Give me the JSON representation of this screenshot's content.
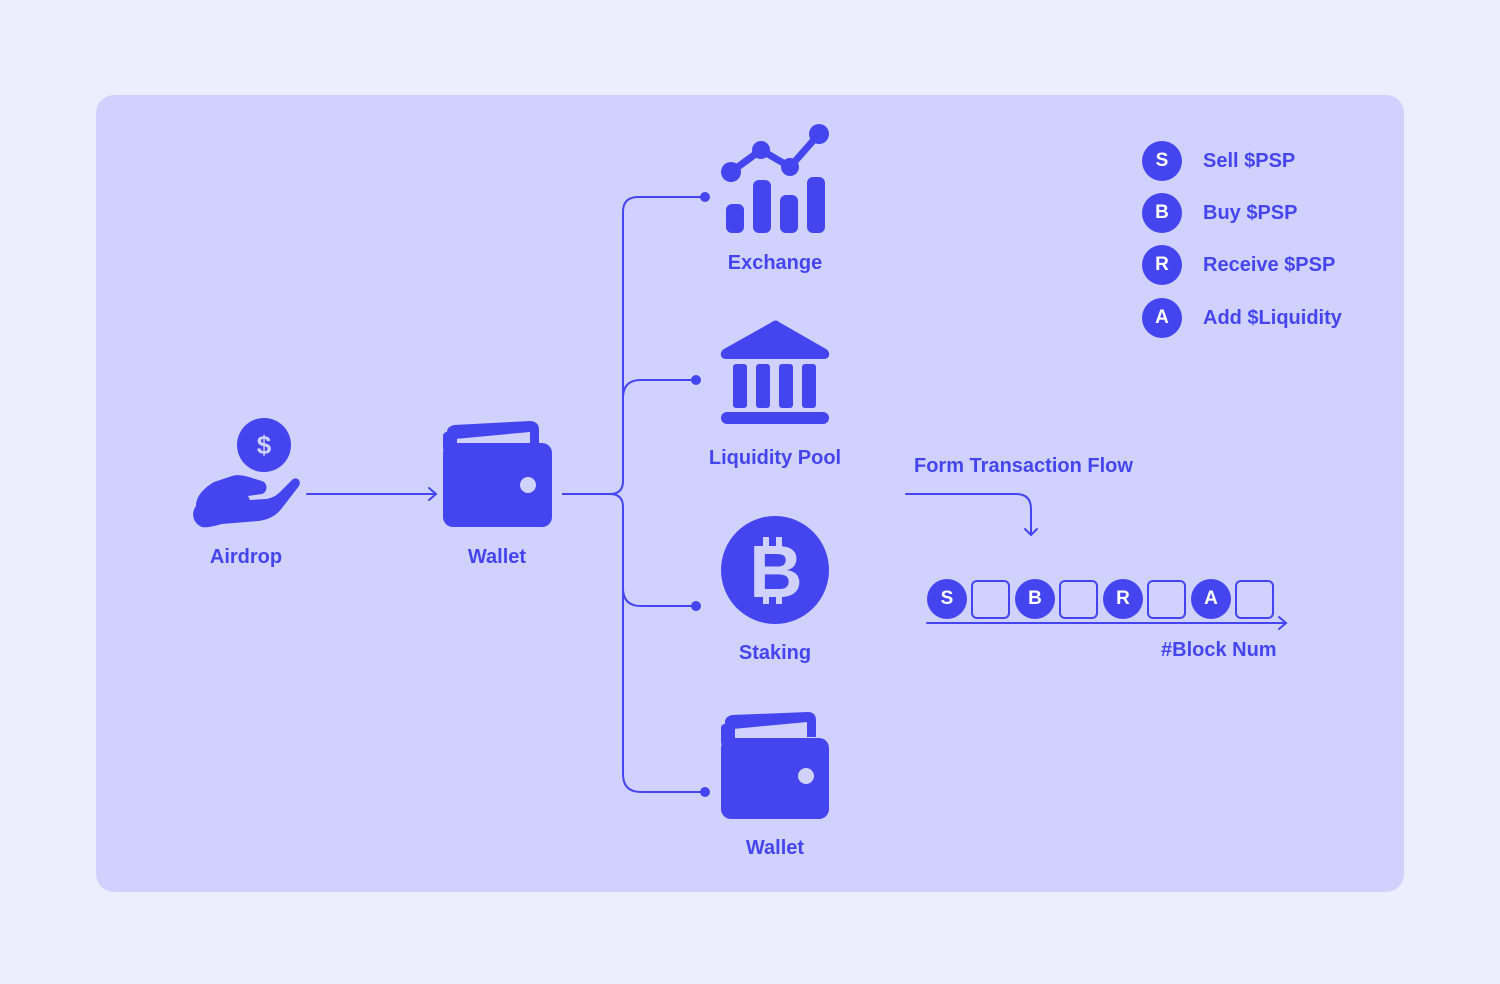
{
  "colors": {
    "page_background": "#ECEEFE",
    "panel_background": "#D0D2FD",
    "accent": "#4545F0",
    "badge_text": "#FFFFFF"
  },
  "flow": {
    "source": {
      "label": "Airdrop",
      "icon": "hand-coin-icon"
    },
    "wallet": {
      "label": "Wallet",
      "icon": "wallet-icon"
    },
    "destinations": [
      {
        "label": "Exchange",
        "icon": "chart-growth-icon"
      },
      {
        "label": "Liquidity Pool",
        "icon": "bank-icon"
      },
      {
        "label": "Staking",
        "icon": "bitcoin-icon"
      },
      {
        "label": "Wallet",
        "icon": "wallet-icon"
      }
    ]
  },
  "legend": [
    {
      "badge": "S",
      "label": "Sell $PSP"
    },
    {
      "badge": "B",
      "label": "Buy $PSP"
    },
    {
      "badge": "R",
      "label": "Receive $PSP"
    },
    {
      "badge": "A",
      "label": "Add $Liquidity"
    }
  ],
  "transaction_flow": {
    "title": "Form Transaction Flow",
    "blocks": [
      {
        "type": "circle",
        "badge": "S"
      },
      {
        "type": "square"
      },
      {
        "type": "circle",
        "badge": "B"
      },
      {
        "type": "square"
      },
      {
        "type": "circle",
        "badge": "R"
      },
      {
        "type": "square"
      },
      {
        "type": "circle",
        "badge": "A"
      },
      {
        "type": "square"
      }
    ],
    "axis_label": "#Block Num"
  }
}
